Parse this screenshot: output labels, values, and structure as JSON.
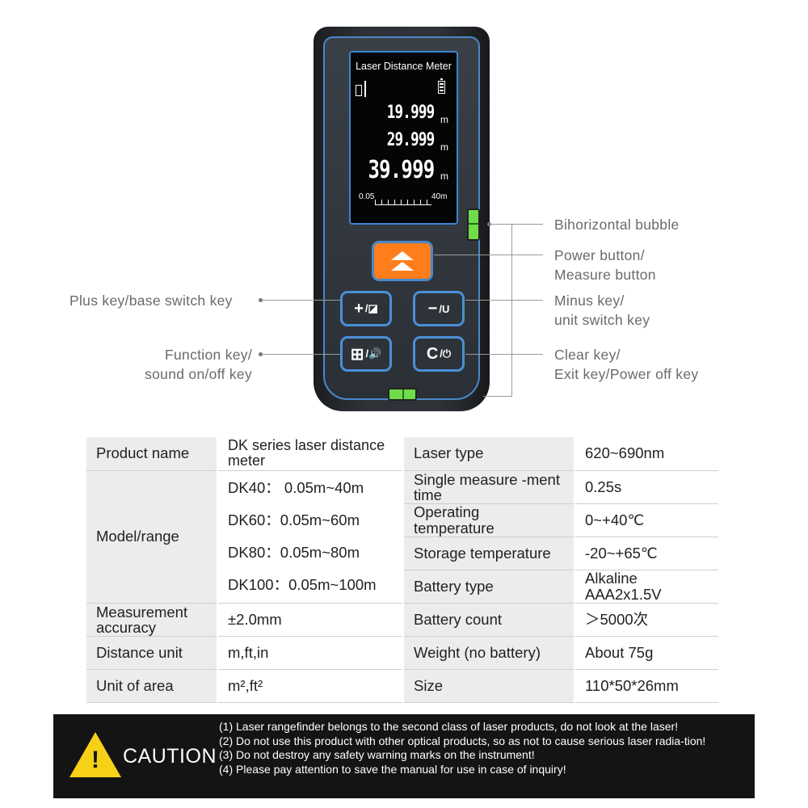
{
  "device": {
    "screen_title": "Laser Distance Meter",
    "readings": [
      "19.999",
      "29.999",
      "39.999"
    ],
    "unit": "m",
    "scale_start": "0.05",
    "scale_end": "40m",
    "keys": {
      "plus": "+",
      "plus_sub": "/◪",
      "minus": "−",
      "minus_sub": "/U",
      "function": "⊞",
      "function_sub": "/🔊",
      "clear": "C",
      "clear_sub": "/⏻"
    },
    "colors": {
      "accent_blue": "#4a88c9",
      "measure_orange": "#ff7d1a",
      "bubble_green": "#6fdc4a"
    }
  },
  "callouts": {
    "bubble": "Bihorizontal bubble",
    "power": [
      "Power button/",
      "Measure button"
    ],
    "minus": [
      "Minus key/",
      "unit switch key"
    ],
    "clear": [
      "Clear key/",
      "Exit key/Power off key"
    ],
    "plus": "Plus key/base switch key",
    "function": [
      "Function key/",
      "sound on/off key"
    ]
  },
  "table": {
    "product_name_label": "Product name",
    "product_name_value": "DK series laser distance meter",
    "model_label": "Model/range",
    "models": [
      "DK40：  0.05m~40m",
      "DK60：0.05m~60m",
      "DK80：0.05m~80m",
      "DK100：0.05m~100m"
    ],
    "accuracy_label": "Measurement accuracy",
    "accuracy_value": "±2.0mm",
    "distance_unit_label": "Distance unit",
    "distance_unit_value": "m,ft,in",
    "area_unit_label": "Unit of area",
    "area_unit_value": "m²,ft²",
    "right": [
      {
        "label": "Laser type",
        "value": "620~690nm"
      },
      {
        "label": "Single measure -ment time",
        "value": "0.25s"
      },
      {
        "label": "Operating temperature",
        "value": "0~+40℃"
      },
      {
        "label": "Storage temperature",
        "value": "-20~+65℃"
      },
      {
        "label": "Battery type",
        "value": "Alkaline AAA2x1.5V"
      },
      {
        "label": "Battery count",
        "value": "＞5000次"
      },
      {
        "label": "Weight (no battery)",
        "value": "About 75g"
      },
      {
        "label": "Size",
        "value": "110*50*26mm"
      }
    ]
  },
  "caution": {
    "title": "CAUTION",
    "items": [
      "(1) Laser rangefinder belongs to the second class of laser products, do not look at the laser!",
      "(2) Do not use this product with other optical products, so as not to cause serious laser radia-tion!",
      "(3) Do not destroy any safety warning marks on the instrument!",
      "(4) Please pay attention to save the manual for use in case of inquiry!"
    ]
  }
}
